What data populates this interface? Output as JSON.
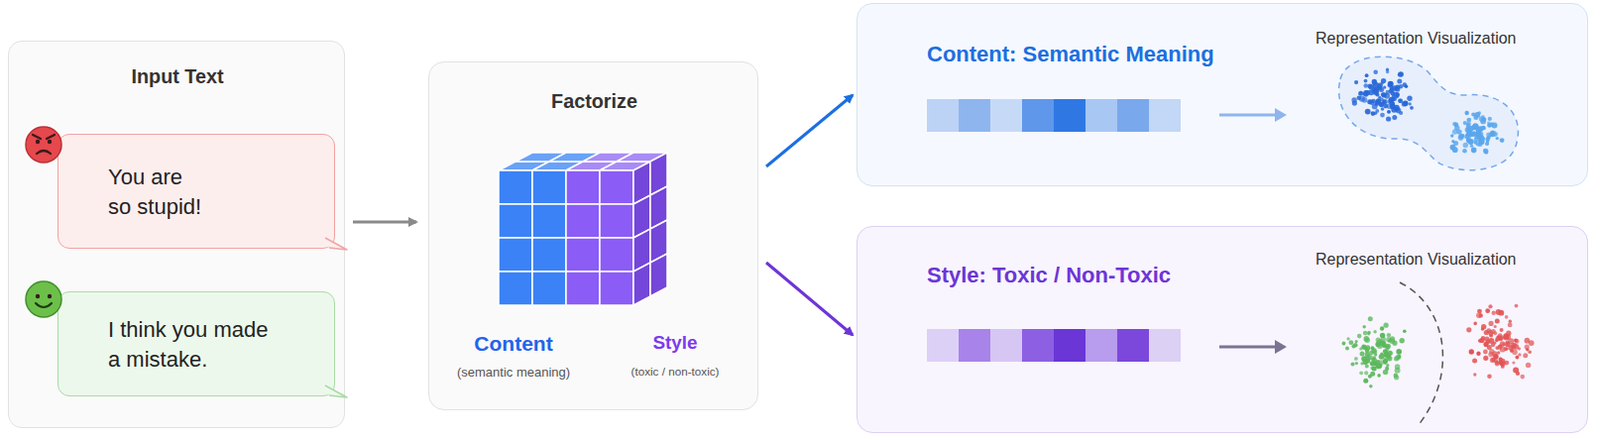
{
  "diagram": {
    "nodes": [
      {
        "text": [
          "Input Text"
        ]
      },
      {
        "text": [
          "You are so stupid!"
        ],
        "in": 0
      },
      {
        "text": [
          "I think you made a mistake."
        ],
        "in": 0
      },
      {
        "text": [
          "Factorize",
          "Content",
          "(semantic meaning)",
          "Style",
          "(toxic / non-toxic)"
        ]
      },
      {
        "text": [
          "Content: Semantic Meaning",
          "Representation Visualization"
        ]
      },
      {
        "text": [
          "Style: Toxic / Non-Toxic",
          "Representation Visualization"
        ]
      }
    ],
    "edges": [
      {
        "from": 0,
        "to": 3,
        "arrow": "to"
      },
      {
        "from": 3,
        "to": 4,
        "arrow": "to"
      },
      {
        "from": 3,
        "to": 5,
        "arrow": "to"
      }
    ]
  }
}
